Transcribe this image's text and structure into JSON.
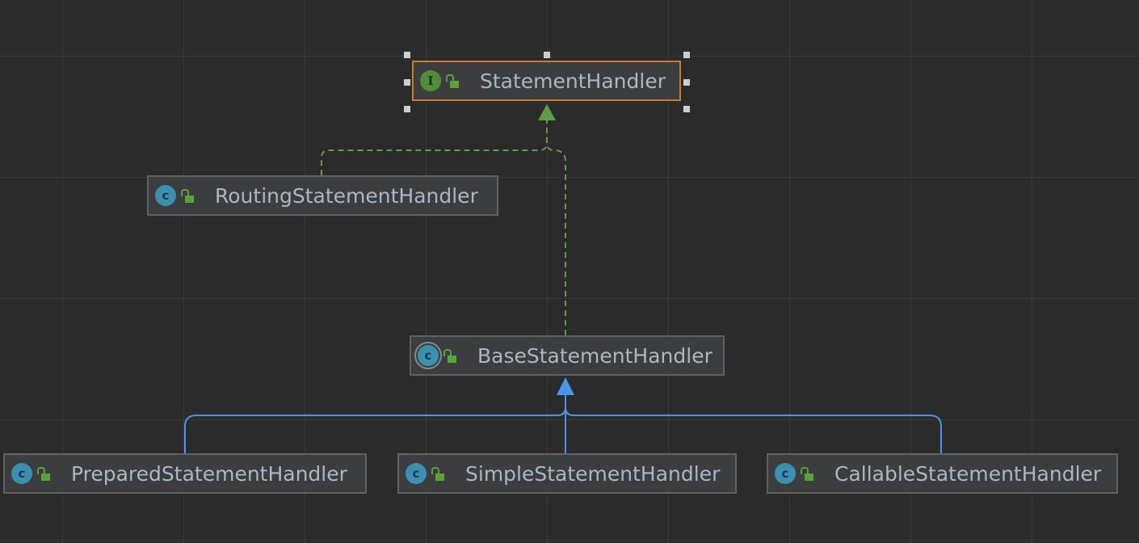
{
  "diagram": {
    "nodes": [
      {
        "id": "statement-handler",
        "name": "StatementHandler",
        "kind": "interface",
        "icon": "interface-icon",
        "selected": true
      },
      {
        "id": "routing",
        "name": "RoutingStatementHandler",
        "kind": "class",
        "icon": "class-icon"
      },
      {
        "id": "base",
        "name": "BaseStatementHandler",
        "kind": "abstract-class",
        "icon": "abstract-class-icon"
      },
      {
        "id": "prepared",
        "name": "PreparedStatementHandler",
        "kind": "class",
        "icon": "class-icon"
      },
      {
        "id": "simple",
        "name": "SimpleStatementHandler",
        "kind": "class",
        "icon": "class-icon"
      },
      {
        "id": "callable",
        "name": "CallableStatementHandler",
        "kind": "class",
        "icon": "class-icon"
      }
    ],
    "edges": [
      {
        "from": "routing",
        "to": "statement-handler",
        "type": "implements"
      },
      {
        "from": "base",
        "to": "statement-handler",
        "type": "implements"
      },
      {
        "from": "prepared",
        "to": "base",
        "type": "extends"
      },
      {
        "from": "simple",
        "to": "base",
        "type": "extends"
      },
      {
        "from": "callable",
        "to": "base",
        "type": "extends"
      }
    ],
    "colors": {
      "implements": "#5f9e47",
      "extends": "#4d94e8",
      "selection": "#c77d2e"
    }
  }
}
